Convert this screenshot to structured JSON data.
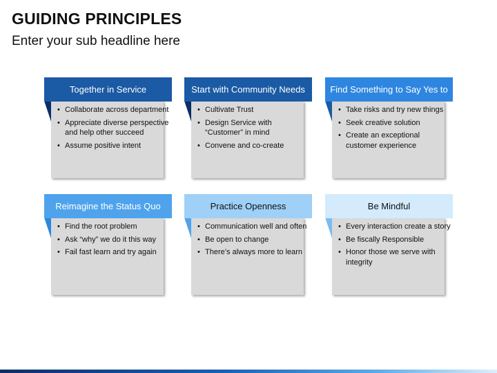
{
  "title": "GUIDING PRINCIPLES",
  "subtitle": "Enter your sub headline here",
  "cards": [
    {
      "header": "Together in Service",
      "header_color": "#1b5aa4",
      "header_text_color": "#ffffff",
      "triangle_color": "#0b2f66",
      "items": [
        "Collaborate across department",
        "Appreciate diverse perspective and help other succeed",
        "Assume positive intent"
      ]
    },
    {
      "header": "Start with Community Needs",
      "header_color": "#1b5aa4",
      "header_text_color": "#ffffff",
      "triangle_color": "#0b2f66",
      "items": [
        "Cultivate Trust",
        "Design Service with “Customer” in mind",
        "Convene and co-create"
      ]
    },
    {
      "header": "Find Something to Say Yes to",
      "header_color": "#2e86e0",
      "header_text_color": "#ffffff",
      "triangle_color": "#1b5aa4",
      "items": [
        "Take risks and try new things",
        "Seek creative solution",
        "Create an exceptional customer experience"
      ]
    },
    {
      "header": "Reimagine the Status Quo",
      "header_color": "#4fa3ec",
      "header_text_color": "#ffffff",
      "triangle_color": "#2e86e0",
      "items": [
        "Find the root problem",
        "Ask “why” we do it this way",
        "Fail fast learn and  try again"
      ]
    },
    {
      "header": "Practice Openness",
      "header_color": "#9fd0f7",
      "header_text_color": "#111111",
      "triangle_color": "#4fa3ec",
      "items": [
        "Communication well and often",
        "Be open to change",
        "There’s always more to learn"
      ]
    },
    {
      "header": "Be Mindful",
      "header_color": "#d3ebfc",
      "header_text_color": "#111111",
      "triangle_color": "#7cbcf1",
      "items": [
        "Every interaction create a story",
        "Be fiscally Responsible",
        "Honor those we serve with integrity"
      ]
    }
  ]
}
